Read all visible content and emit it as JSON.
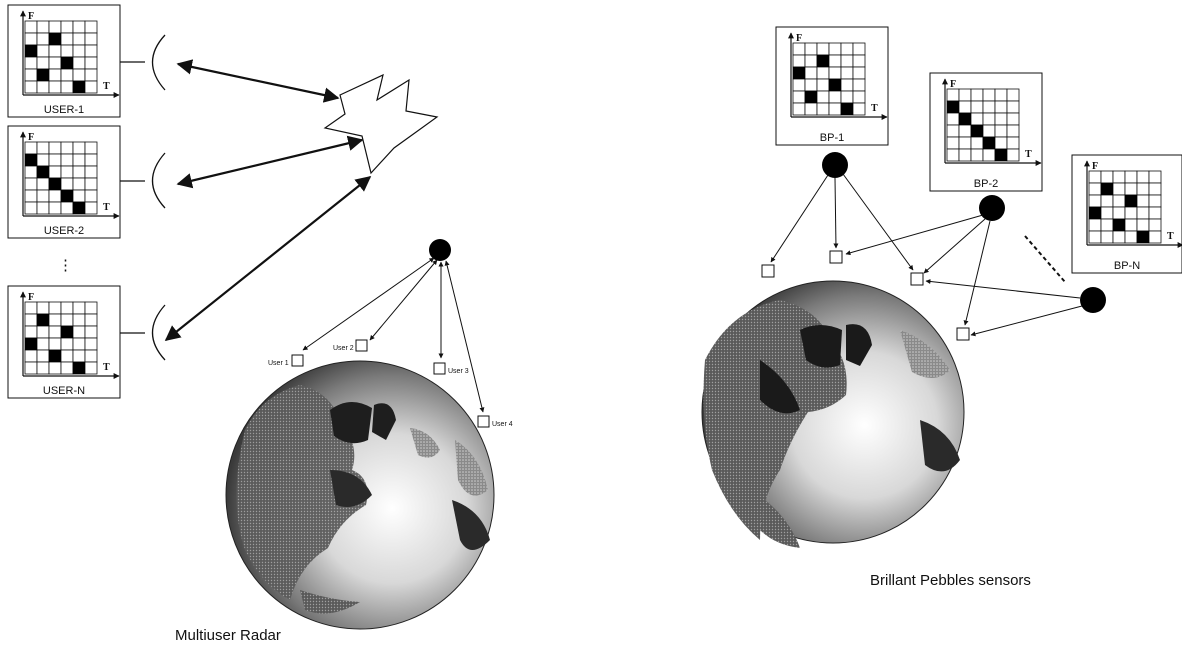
{
  "left": {
    "caption": "Multiuser Radar",
    "panels": [
      {
        "label": "USER-1",
        "axis_f": "F",
        "axis_t": "T",
        "pattern": [
          [
            0,
            3
          ],
          [
            1,
            1
          ],
          [
            2,
            4
          ],
          [
            3,
            2
          ],
          [
            4,
            0
          ]
        ]
      },
      {
        "label": "USER-2",
        "axis_f": "F",
        "axis_t": "T",
        "pattern": [
          [
            0,
            4
          ],
          [
            1,
            3
          ],
          [
            2,
            2
          ],
          [
            3,
            1
          ],
          [
            4,
            0
          ]
        ]
      },
      {
        "label": "USER-N",
        "axis_f": "F",
        "axis_t": "T",
        "pattern": [
          [
            0,
            2
          ],
          [
            1,
            4
          ],
          [
            2,
            1
          ],
          [
            3,
            3
          ],
          [
            4,
            0
          ]
        ]
      }
    ],
    "ellipsis": "⋮",
    "user_labels": [
      "User 1",
      "User 2",
      "User 3",
      "User 4"
    ]
  },
  "right": {
    "caption": "Brillant Pebbles sensors",
    "panels": [
      {
        "label": "BP-1",
        "axis_f": "F",
        "axis_t": "T",
        "pattern": [
          [
            0,
            3
          ],
          [
            1,
            1
          ],
          [
            2,
            4
          ],
          [
            3,
            2
          ],
          [
            4,
            0
          ]
        ]
      },
      {
        "label": "BP-2",
        "axis_f": "F",
        "axis_t": "T",
        "pattern": [
          [
            0,
            4
          ],
          [
            1,
            3
          ],
          [
            2,
            2
          ],
          [
            3,
            1
          ],
          [
            4,
            0
          ]
        ]
      },
      {
        "label": "BP-N",
        "axis_f": "F",
        "axis_t": "T",
        "pattern": [
          [
            0,
            2
          ],
          [
            1,
            4
          ],
          [
            2,
            1
          ],
          [
            3,
            3
          ],
          [
            4,
            0
          ]
        ]
      }
    ]
  },
  "colors": {
    "ink": "#111111",
    "globe_dark": "#2a2a2a",
    "globe_light": "#e8e8e8"
  }
}
